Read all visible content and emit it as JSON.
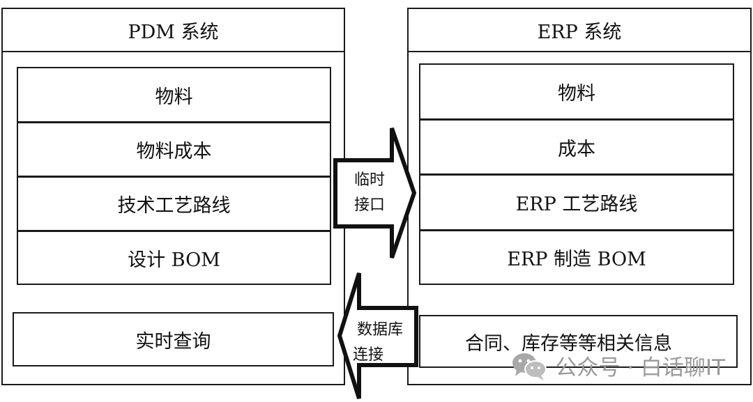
{
  "pdm": {
    "title": "PDM 系统",
    "items": [
      "物料",
      "物料成本",
      "技术工艺路线",
      "设计 BOM"
    ],
    "query": "实时查询"
  },
  "erp": {
    "title": "ERP 系统",
    "items": [
      "物料",
      "成本",
      "ERP  工艺路线",
      "ERP  制造 BOM"
    ],
    "other": "合同、库存等等相关信息"
  },
  "arrows": {
    "temp_interface": {
      "line1": "临时",
      "line2": "接口"
    },
    "db_connection": {
      "line1": "数据库",
      "line2": "连接"
    }
  },
  "watermark": {
    "icon": "wechat-icon",
    "text": "公众号 · 白话聊IT"
  }
}
